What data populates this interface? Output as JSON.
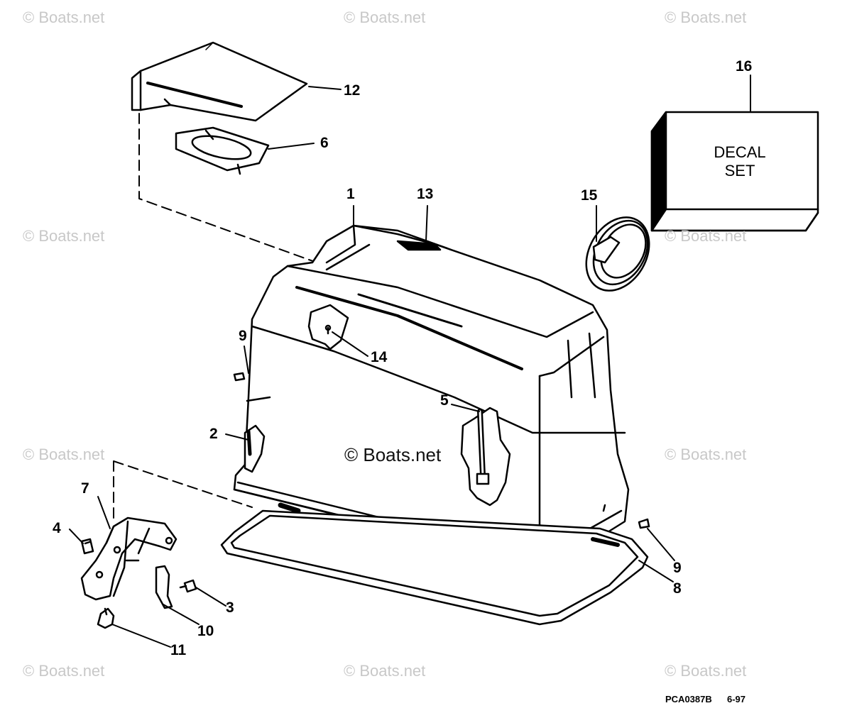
{
  "watermarks": {
    "top_left": "© Boats.net",
    "top_center": "© Boats.net",
    "top_right": "© Boats.net",
    "mid_left": "© Boats.net",
    "mid_right": "© Boats.net",
    "low_left": "© Boats.net",
    "low_right": "© Boats.net",
    "bottom_left": "© Boats.net",
    "bottom_center": "© Boats.net",
    "bottom_right": "© Boats.net",
    "center": "© Boats.net"
  },
  "callouts": {
    "c1": "1",
    "c2": "2",
    "c3": "3",
    "c4": "4",
    "c5": "5",
    "c6": "6",
    "c7": "7",
    "c8": "8",
    "c9a": "9",
    "c9b": "9",
    "c10": "10",
    "c11": "11",
    "c12": "12",
    "c13": "13",
    "c14": "14",
    "c15": "15",
    "c16": "16"
  },
  "decal": {
    "text": "DECAL\nSET"
  },
  "footer": {
    "drawing_code": "PCA0387B",
    "date": "6-97"
  }
}
